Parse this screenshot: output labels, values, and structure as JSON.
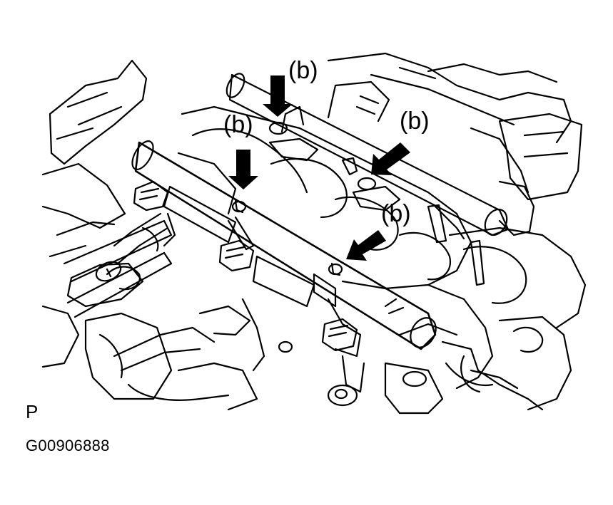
{
  "callouts": {
    "top": "(b)",
    "upper_left": "(b)",
    "upper_right": "(b)",
    "lower_right": "(b)"
  },
  "figure": {
    "view_letter": "P",
    "code": "G00906888"
  },
  "colors": {
    "line": "#000000",
    "background": "#ffffff"
  },
  "icons": [
    "arrow-icon"
  ]
}
